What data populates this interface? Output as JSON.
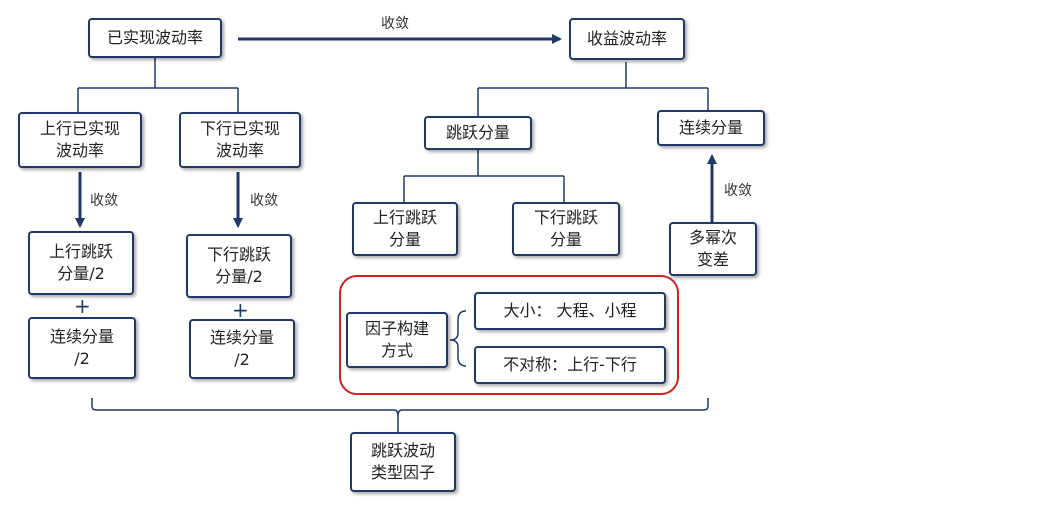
{
  "nodes": {
    "realized_vol": "已实现波动率",
    "return_vol": "收益波动率",
    "up_realized_vol": "上行已实现\n波动率",
    "down_realized_vol": "下行已实现\n波动率",
    "jump_component": "跳跃分量",
    "continuous_component": "连续分量",
    "up_jump_half_left": "上行跳跃\n分量/2",
    "down_jump_half": "下行跳跃\n分量/2",
    "continuous_half_left": "连续分量\n/2",
    "continuous_half_right": "连续分量\n/2",
    "up_jump": "上行跳跃\n分量",
    "down_jump": "下行跳跃\n分量",
    "multipower_variation": "多幂次\n变差",
    "factor_construction": "因子构建\n方式",
    "size_option": "大小：   大程、小程",
    "asymmetry_option": "不对称：上行-下行",
    "jump_vol_factor": "跳跃波动\n类型因子"
  },
  "edge_labels": {
    "top_converge": "收敛",
    "left_converge": "收敛",
    "mid_converge": "收敛",
    "right_converge": "收敛"
  },
  "symbols": {
    "plus_left": "+",
    "plus_right": "+"
  },
  "colors": {
    "line": "#1f3a68",
    "frame_red": "#d32020"
  }
}
